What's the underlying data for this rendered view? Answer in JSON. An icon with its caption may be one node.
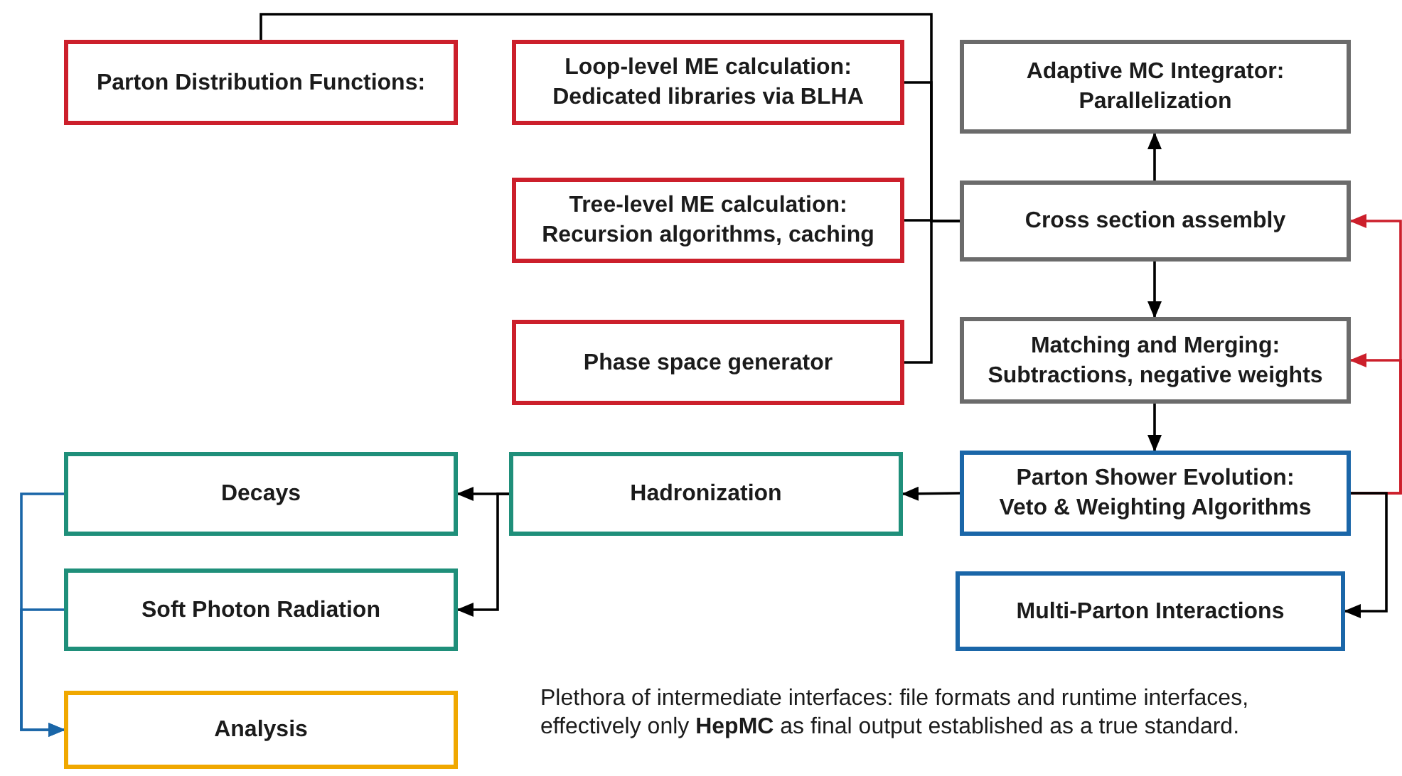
{
  "diagram": {
    "nodes": [
      {
        "text": [
          "Parton Distribution Functions:"
        ]
      },
      {
        "text": [
          "Loop-level ME calculation:",
          "Dedicated libraries via BLHA"
        ]
      },
      {
        "text": [
          "Adaptive MC Integrator:",
          "Parallelization"
        ]
      },
      {
        "text": [
          "Tree-level ME calculation:",
          "Recursion algorithms, caching"
        ]
      },
      {
        "text": [
          "Cross section assembly"
        ]
      },
      {
        "text": [
          "Phase space generator"
        ]
      },
      {
        "text": [
          "Matching and Merging:",
          "Subtractions, negative weights"
        ]
      },
      {
        "text": [
          "Decays"
        ]
      },
      {
        "text": [
          "Hadronization"
        ]
      },
      {
        "text": [
          "Parton Shower Evolution:",
          "Veto & Weighting Algorithms"
        ]
      },
      {
        "text": [
          "Soft Photon Radiation"
        ]
      },
      {
        "text": [
          "Multi-Parton Interactions"
        ]
      },
      {
        "text": [
          "Analysis"
        ]
      }
    ],
    "edges": [
      {
        "from": 0,
        "to": 4,
        "arrow": "none"
      },
      {
        "from": 1,
        "to": 4,
        "arrow": "none"
      },
      {
        "from": 3,
        "to": 4,
        "arrow": "none"
      },
      {
        "from": 5,
        "to": 4,
        "arrow": "none"
      },
      {
        "from": 4,
        "to": 2,
        "arrow": "to"
      },
      {
        "from": 4,
        "to": 6,
        "arrow": "to"
      },
      {
        "from": 6,
        "to": 9,
        "arrow": "to"
      },
      {
        "from": 9,
        "to": 4,
        "arrow": "to",
        "color": "#cc1f2b"
      },
      {
        "from": 9,
        "to": 6,
        "arrow": "to",
        "color": "#cc1f2b"
      },
      {
        "from": 9,
        "to": 11,
        "arrow": "to"
      },
      {
        "from": 9,
        "to": 8,
        "arrow": "to"
      },
      {
        "from": 8,
        "to": 7,
        "arrow": "to"
      },
      {
        "from": 8,
        "to": 10,
        "arrow": "to"
      },
      {
        "from": 7,
        "to": 12,
        "arrow": "to",
        "color": "#1a66a8"
      },
      {
        "from": 10,
        "to": 12,
        "arrow": "to",
        "color": "#1a66a8"
      }
    ],
    "labels": [
      "Plethora of intermediate interfaces: file formats and runtime interfaces, effectively only **HepMC** as final output established as a true standard."
    ]
  }
}
